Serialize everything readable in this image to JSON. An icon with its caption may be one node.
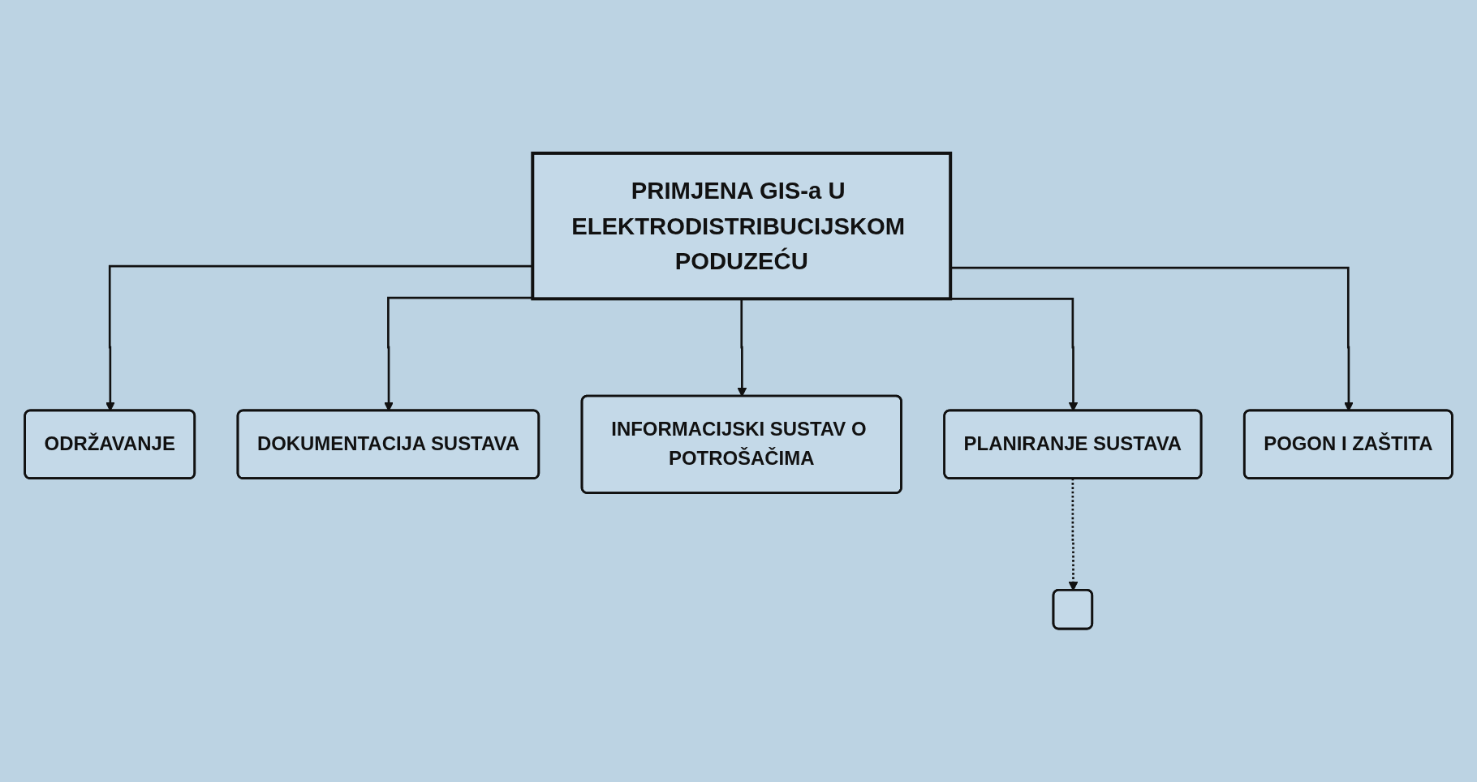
{
  "diagram": {
    "nodes": [
      {
        "text": [
          "PRIMJENA GIS-a U ELEKTRODISTRIBUCIJSKOM PODUZEĆU"
        ]
      },
      {
        "text": [
          "ODRŽAVANJE"
        ]
      },
      {
        "text": [
          "DOKUMENTACIJA SUSTAVA"
        ]
      },
      {
        "text": [
          "INFORMACIJSKI SUSTAV O POTROŠAČIMA"
        ]
      },
      {
        "text": [
          "PLANIRANJE SUSTAVA"
        ]
      },
      {
        "text": [
          "POGON I ZAŠTITA"
        ]
      },
      {
        "text": [],
        "shape": "box"
      }
    ],
    "edges": [
      {
        "from": 0,
        "to": 1,
        "arrow": "to"
      },
      {
        "from": 0,
        "to": 2,
        "arrow": "to"
      },
      {
        "from": 0,
        "to": 3,
        "arrow": "to"
      },
      {
        "from": 0,
        "to": 4,
        "arrow": "to"
      },
      {
        "from": 0,
        "to": 5,
        "arrow": "to"
      },
      {
        "from": 4,
        "to": 6,
        "arrow": "to",
        "style": "dashed"
      }
    ]
  }
}
